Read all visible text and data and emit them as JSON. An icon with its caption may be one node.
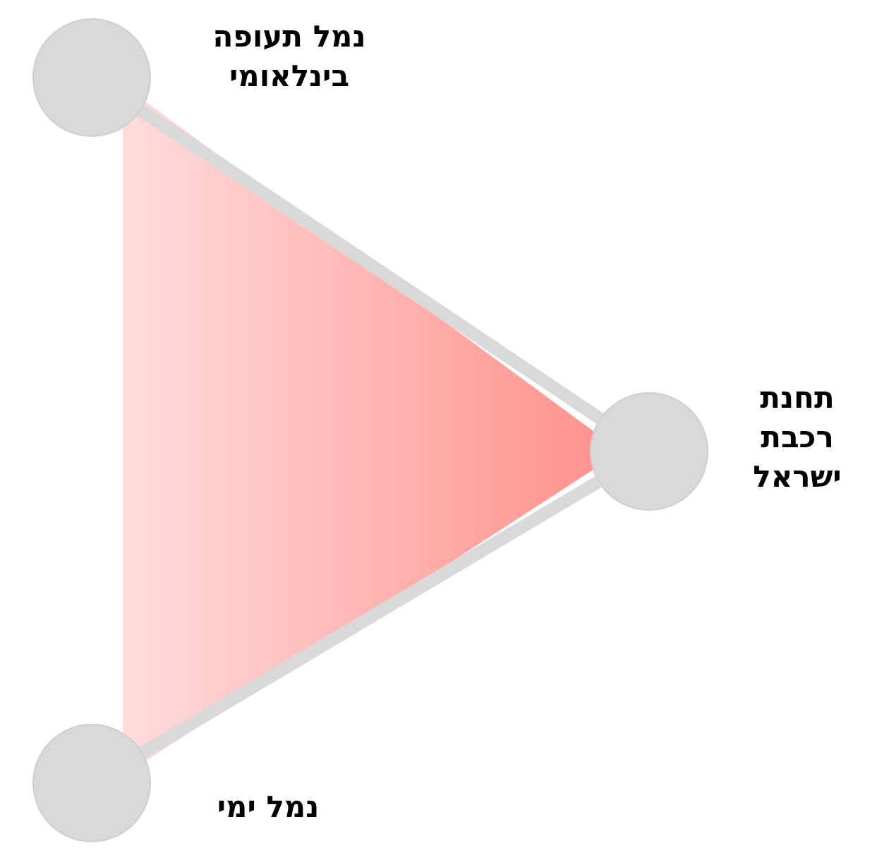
{
  "diagram": {
    "nodes": [
      {
        "text": [
          "נמל תעופה בינלאומי"
        ]
      },
      {
        "text": [
          "תחנת רכבת ישראל"
        ]
      },
      {
        "text": [
          "נמל ימי"
        ]
      }
    ],
    "edges": [
      {
        "from": 0,
        "to": 1,
        "arrow": "none"
      },
      {
        "from": 1,
        "to": 2,
        "arrow": "none"
      }
    ]
  }
}
